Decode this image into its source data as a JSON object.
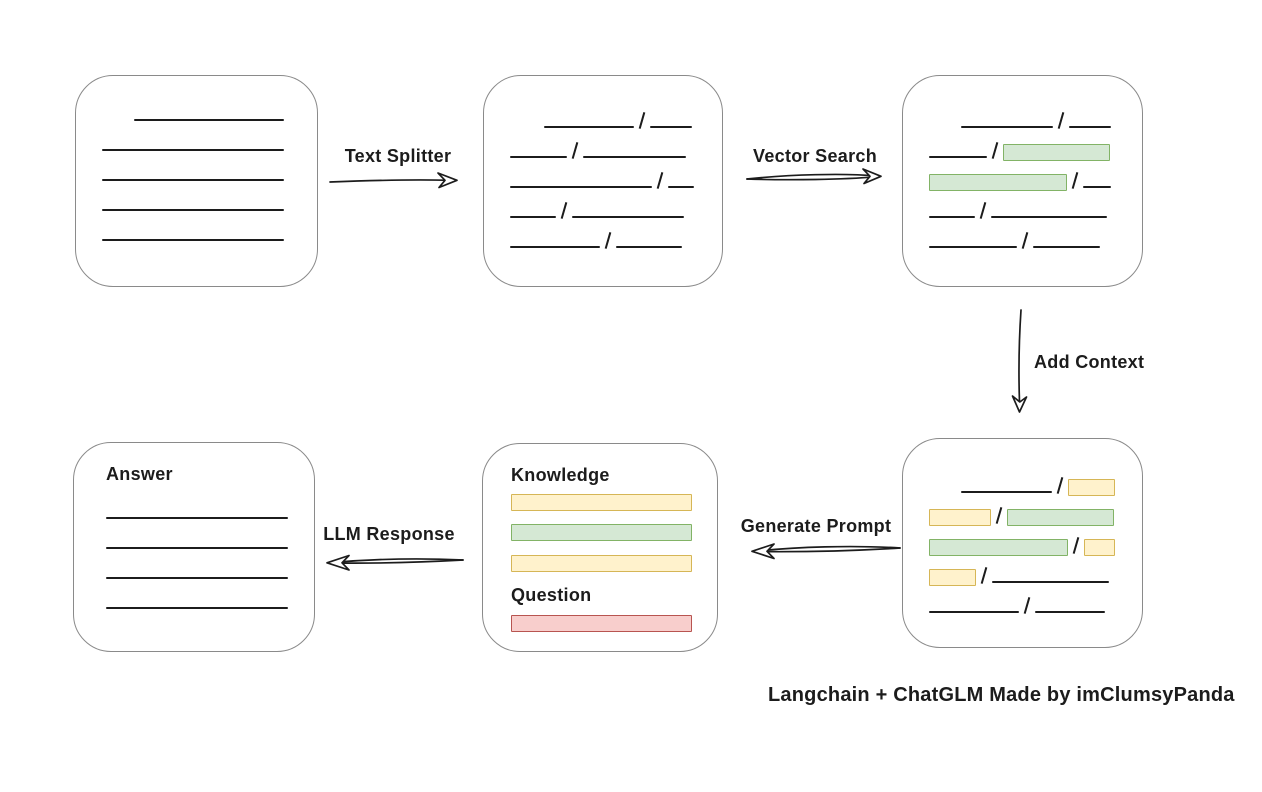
{
  "title": "Langchain + ChatGLM workflow diagram",
  "colors": {
    "line": "#1c1c1c",
    "box_border": "#8a8a8a",
    "green_fill": "#d5e8d4",
    "green_border": "#82b366",
    "yellow_fill": "#fff2cc",
    "yellow_border": "#d6b656",
    "red_fill": "#f8cecc",
    "red_border": "#b85450"
  },
  "edges": {
    "text_splitter": "Text Splitter",
    "vector_search": "Vector Search",
    "add_context": "Add Context",
    "generate_prompt": "Generate Prompt",
    "llm_response": "LLM Response"
  },
  "prompt": {
    "knowledge_label": "Knowledge",
    "question_label": "Question",
    "knowledge_bars": [
      "yellow",
      "green",
      "yellow"
    ],
    "question_bars": [
      "red"
    ]
  },
  "answer": {
    "label": "Answer",
    "lines": 4
  },
  "footer": "Langchain + ChatGLM Made by imClumsyPanda",
  "boxes": {
    "doc": [
      [
        {
          "t": "sp",
          "w": 32
        },
        {
          "t": "ln",
          "w": 150
        }
      ],
      [
        {
          "t": "ln",
          "w": 182
        }
      ],
      [
        {
          "t": "ln",
          "w": 182
        }
      ],
      [
        {
          "t": "ln",
          "w": 182
        }
      ],
      [
        {
          "t": "ln",
          "w": 182
        }
      ]
    ],
    "chunks": [
      [
        {
          "t": "sp",
          "w": 34
        },
        {
          "t": "ln",
          "w": 90
        },
        {
          "t": "sl"
        },
        {
          "t": "ln",
          "w": 42
        }
      ],
      [
        {
          "t": "ln",
          "w": 57
        },
        {
          "t": "sl"
        },
        {
          "t": "ln",
          "w": 103
        }
      ],
      [
        {
          "t": "ln",
          "w": 142
        },
        {
          "t": "sl"
        },
        {
          "t": "ln",
          "w": 26
        }
      ],
      [
        {
          "t": "ln",
          "w": 46
        },
        {
          "t": "sl"
        },
        {
          "t": "ln",
          "w": 112
        }
      ],
      [
        {
          "t": "ln",
          "w": 90
        },
        {
          "t": "sl"
        },
        {
          "t": "ln",
          "w": 66
        }
      ]
    ],
    "search": [
      [
        {
          "t": "sp",
          "w": 32
        },
        {
          "t": "ln",
          "w": 92
        },
        {
          "t": "sl"
        },
        {
          "t": "ln",
          "w": 42
        }
      ],
      [
        {
          "t": "ln",
          "w": 58
        },
        {
          "t": "sl"
        },
        {
          "t": "bar",
          "c": "green",
          "w": 107
        }
      ],
      [
        {
          "t": "bar",
          "c": "green",
          "w": 138
        },
        {
          "t": "sl"
        },
        {
          "t": "ln",
          "w": 28
        }
      ],
      [
        {
          "t": "ln",
          "w": 46
        },
        {
          "t": "sl"
        },
        {
          "t": "ln",
          "w": 116
        }
      ],
      [
        {
          "t": "ln",
          "w": 88
        },
        {
          "t": "sl"
        },
        {
          "t": "ln",
          "w": 67
        }
      ]
    ],
    "context": [
      [
        {
          "t": "sp",
          "w": 32
        },
        {
          "t": "ln",
          "w": 92
        },
        {
          "t": "sl"
        },
        {
          "t": "bar",
          "c": "yellow",
          "w": 47
        }
      ],
      [
        {
          "t": "bar",
          "c": "yellow",
          "w": 62
        },
        {
          "t": "sl"
        },
        {
          "t": "bar",
          "c": "green",
          "w": 107
        }
      ],
      [
        {
          "t": "bar",
          "c": "green",
          "w": 140
        },
        {
          "t": "sl"
        },
        {
          "t": "bar",
          "c": "yellow",
          "w": 31
        }
      ],
      [
        {
          "t": "bar",
          "c": "yellow",
          "w": 47
        },
        {
          "t": "sl"
        },
        {
          "t": "ln",
          "w": 117
        }
      ],
      [
        {
          "t": "ln",
          "w": 90
        },
        {
          "t": "sl"
        },
        {
          "t": "ln",
          "w": 70
        }
      ]
    ]
  }
}
